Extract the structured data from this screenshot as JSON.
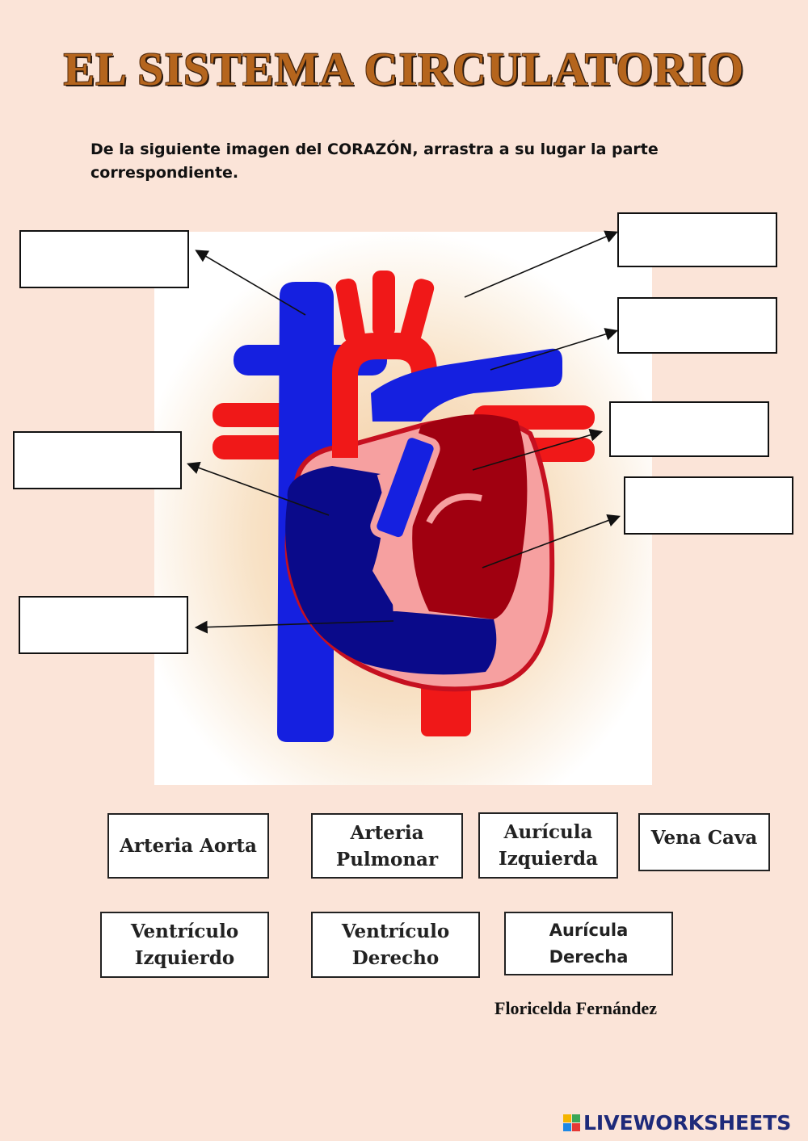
{
  "title": "EL SISTEMA CIRCULATORIO",
  "instructions": "De la siguiente imagen del CORAZÓN, arrastra a su lugar la parte correspondiente.",
  "colors": {
    "background": "#fbe4d8",
    "title": "#b5651d",
    "artery_red": "#f01818",
    "vein_blue": "#1520e0",
    "dark_blue": "#0a0a8a",
    "dark_red": "#a00010",
    "myocardium_pink": "#f6a0a0",
    "brand_blue": "#1e2a7a"
  },
  "drop_targets": [
    "",
    "",
    "",
    "",
    "",
    "",
    ""
  ],
  "word_bank": [
    {
      "label": "Arteria Aorta"
    },
    {
      "label": "Arteria Pulmonar"
    },
    {
      "label": "Aurícula Izquierda"
    },
    {
      "label": "Vena Cava"
    },
    {
      "label": "Ventrículo Izquierdo"
    },
    {
      "label": "Ventrículo Derecho"
    },
    {
      "label": "Aurícula Derecha"
    }
  ],
  "author": "Floricelda Fernández",
  "brand": {
    "name": "LIVEWORKSHEETS",
    "icon": "liveworksheets-logo-icon"
  }
}
